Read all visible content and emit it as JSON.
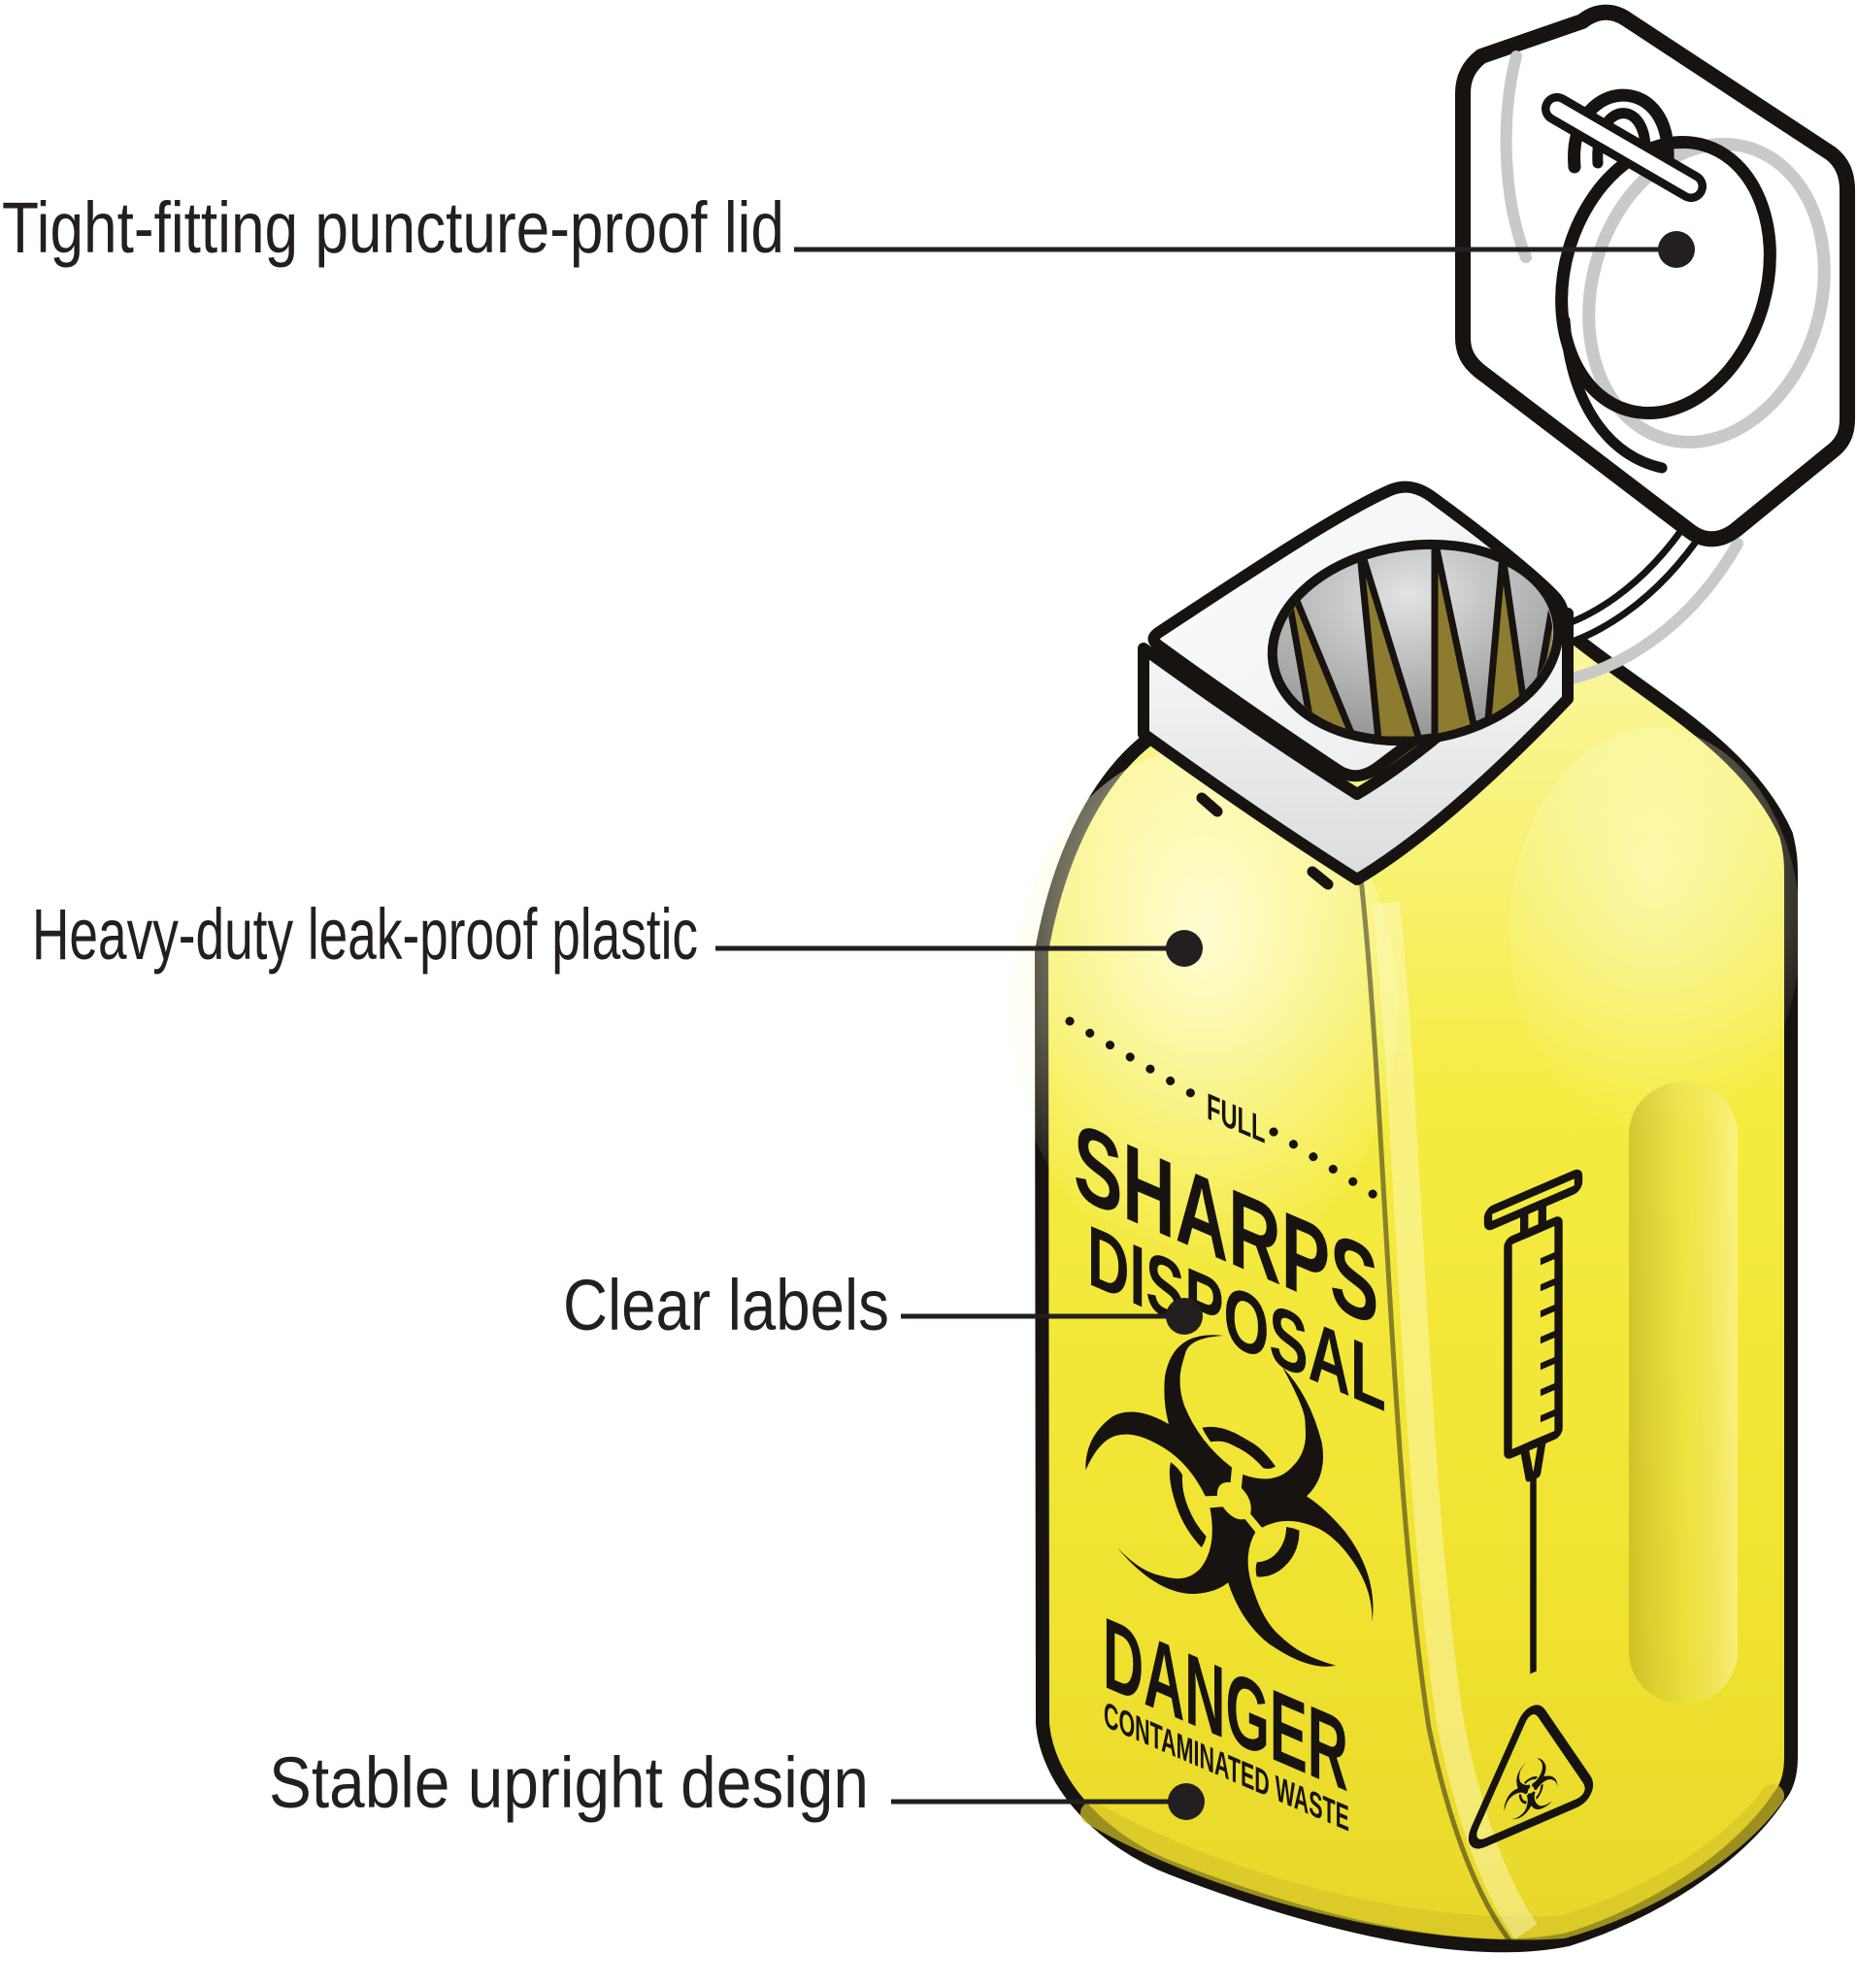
{
  "diagram": {
    "title": "Sharps disposal container diagram",
    "annotations": [
      {
        "label": "Tight-fitting puncture-proof lid"
      },
      {
        "label": "Heavy-duty leak-proof plastic"
      },
      {
        "label": "Clear labels"
      },
      {
        "label": "Stable upright design"
      }
    ],
    "container_text": {
      "fill_line": "FULL",
      "line1": "SHARPS",
      "line2": "DISPOSAL",
      "warning": "DANGER",
      "warning_sub": "CONTAMINATED WASTE"
    },
    "icons": {
      "biohazard_glyph": "☣",
      "biohazard_symbol": "biohazard-icon",
      "syringe_symbol": "syringe-icon",
      "warning_triangle": "biohazard-warning-triangle-icon"
    },
    "colors": {
      "body_yellow": "#F2E636",
      "body_yellow_light": "#FBF7A6",
      "body_yellow_dark": "#E3D32C",
      "outline_black": "#161310",
      "label_text": "#231F20",
      "collar_white": "#FFFFFF",
      "funnel_gray": "#B9B9B9",
      "teeth_olive": "#8D7B30",
      "ghost_gray": "#C9C9C9"
    }
  }
}
